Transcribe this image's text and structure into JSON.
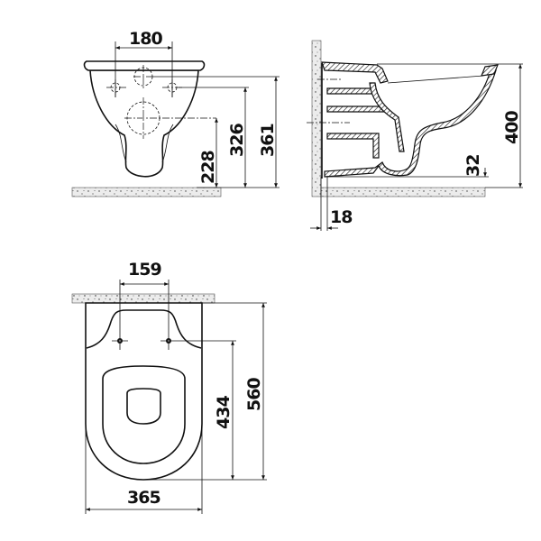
{
  "drawing": {
    "subject": "Wall-hung toilet dimensional drawing",
    "units": "mm",
    "views": {
      "front": {
        "label": "front-view",
        "dimensions": {
          "inlet_spacing": "180",
          "height_outlet": "228",
          "height_inlets": "326",
          "height_top": "361"
        }
      },
      "side": {
        "label": "side-view",
        "dimensions": {
          "total_height": "400",
          "base_offset": "32",
          "wall_gap": "18"
        }
      },
      "top": {
        "label": "top-view",
        "dimensions": {
          "bolt_spacing": "159",
          "bolt_to_front": "434",
          "total_depth": "560",
          "width": "365"
        }
      }
    },
    "colors": {
      "line": "#111111",
      "concrete": "#e6e6e6",
      "background": "#ffffff"
    }
  }
}
